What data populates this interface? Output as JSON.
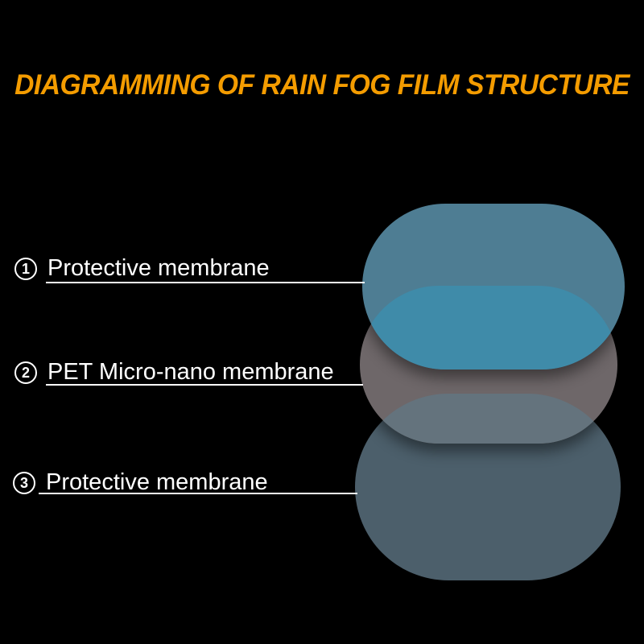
{
  "title": "DIAGRAMMING OF RAIN FOG FILM STRUCTURE",
  "labels": [
    {
      "number": "1",
      "text": "Protective membrane"
    },
    {
      "number": "2",
      "text": "PET Micro-nano membrane"
    },
    {
      "number": "3",
      "text": "Protective membrane"
    }
  ],
  "layers": [
    {
      "name": "Protective membrane (top)",
      "color": "#4e7d93"
    },
    {
      "name": "PET Micro-nano membrane",
      "color": "#6e6769"
    },
    {
      "name": "Protective membrane (bottom)",
      "color": "#4c5f6b"
    }
  ],
  "colors": {
    "background": "#000000",
    "title": "#f49c00",
    "label_text": "#ffffff",
    "line": "#ffffff",
    "layer1": "#4e7d93",
    "layer1_2_overlap": "#3f8ba9",
    "layer2": "#6e6769",
    "layer2_3_overlap": "#64737d",
    "layer3": "#4c5f6b"
  }
}
